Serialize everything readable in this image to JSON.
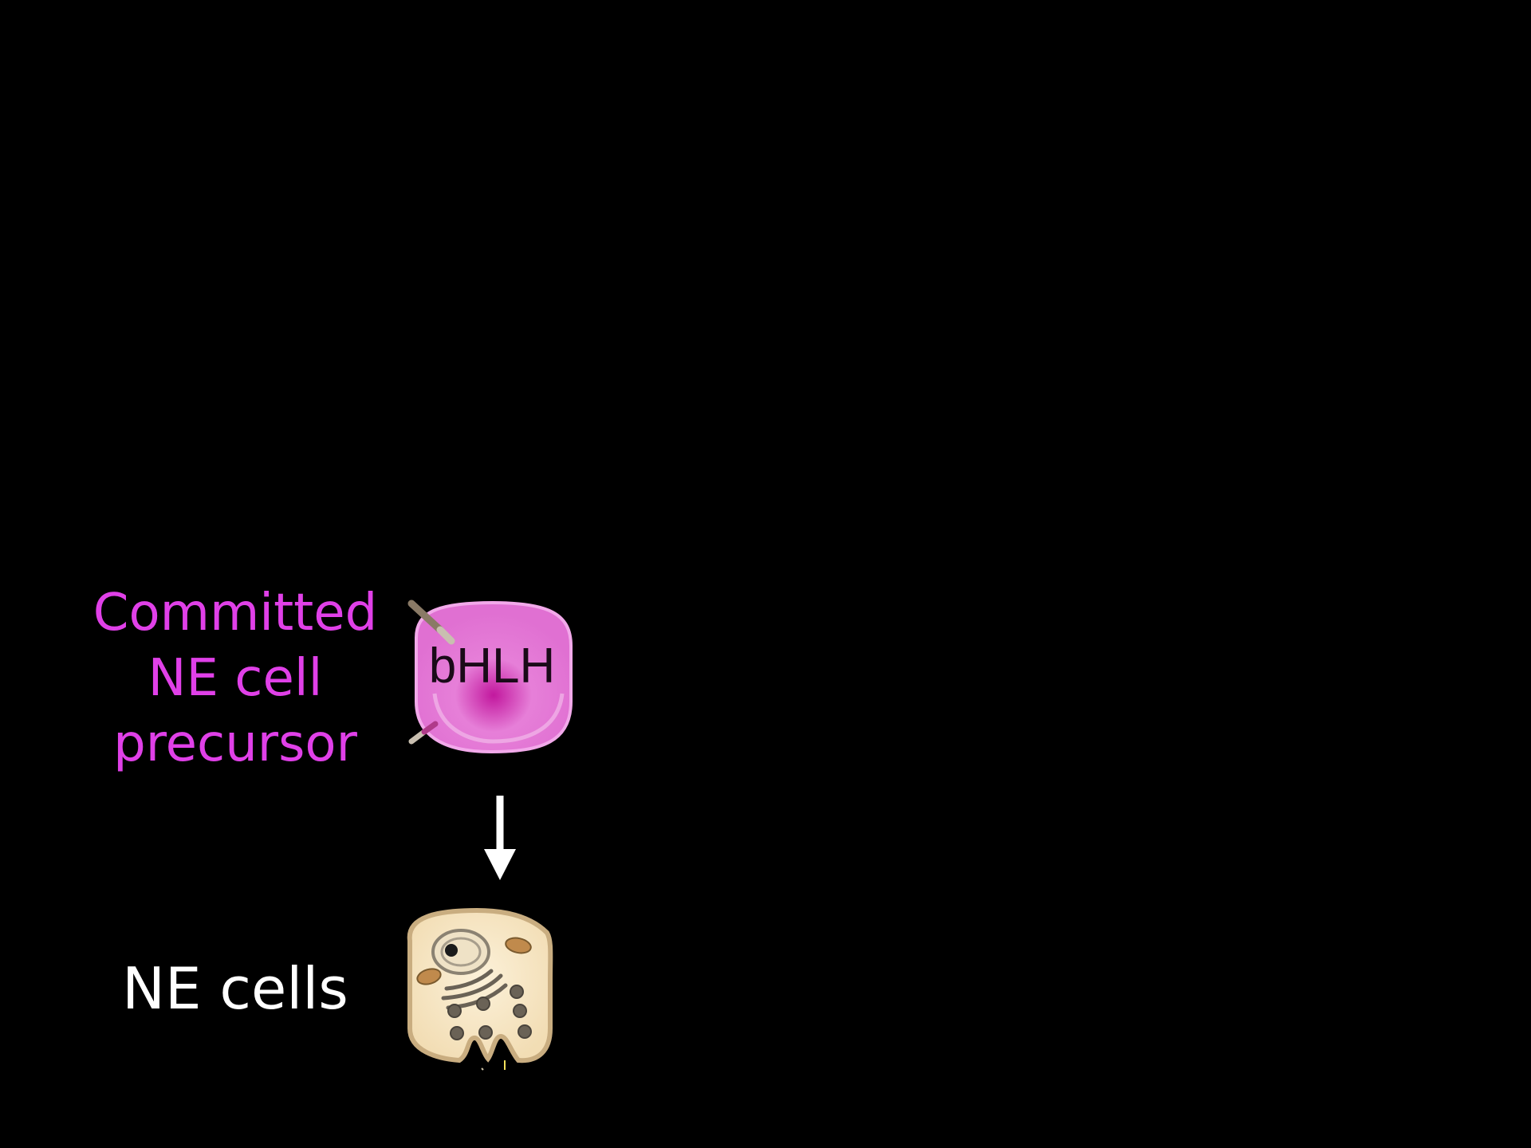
{
  "stages": {
    "precursor": {
      "label": "Committed\nNE cell\nprecursor",
      "color": "#e040e8",
      "marker": "bHLH"
    },
    "ne_cells": {
      "label": "NE cells",
      "color": "#ffffff"
    }
  },
  "colors": {
    "background": "#000000",
    "precursor_cell_fill": "#e070d2",
    "precursor_cell_edge": "#f2a9ea",
    "marker_text": "#1a0a18",
    "ne_cell_fill": "#f6e4c0",
    "ne_cell_edge": "#c9ad80",
    "organelle": "#6a6256",
    "arrow": "#ffffff"
  },
  "icons": {
    "precursor": "precursor-cell-icon",
    "ne_cell": "neuroendocrine-cell-icon",
    "arrow": "down-arrow-icon"
  }
}
